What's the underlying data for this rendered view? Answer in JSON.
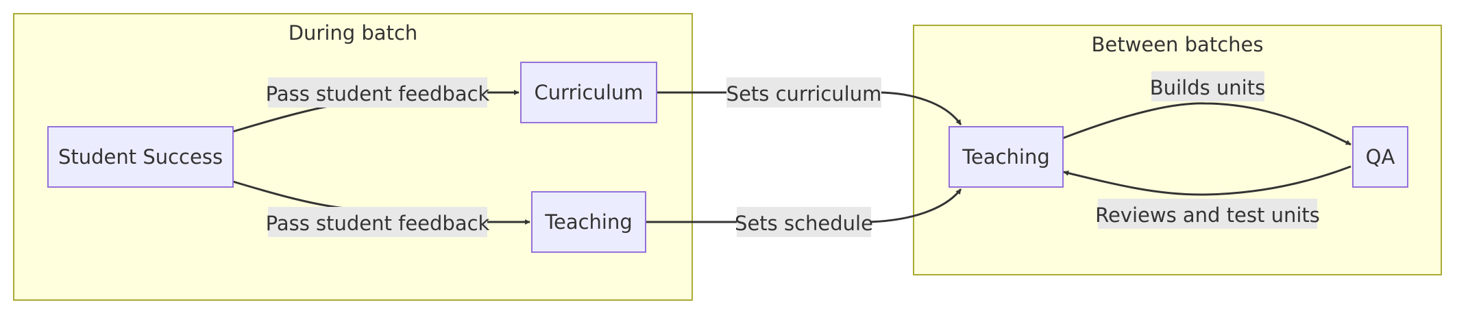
{
  "clusters": {
    "during": {
      "title": "During batch"
    },
    "between": {
      "title": "Between batches"
    }
  },
  "nodes": {
    "student_success": "Student Success",
    "curriculum": "Curriculum",
    "teaching_during": "Teaching",
    "teaching_between": "Teaching",
    "qa": "QA"
  },
  "edges": {
    "feedback_curriculum": "Pass student feedback",
    "feedback_teaching": "Pass student feedback",
    "sets_curriculum": "Sets curriculum",
    "sets_schedule": "Sets schedule",
    "builds_units": "Builds units",
    "reviews_units": "Reviews and test units"
  },
  "colors": {
    "cluster_fill": "#ffffde",
    "cluster_stroke": "#aaaa33",
    "node_fill": "#ececff",
    "node_stroke": "#9370db",
    "edge": "#333333",
    "label_bg": "#e8e8e8"
  }
}
